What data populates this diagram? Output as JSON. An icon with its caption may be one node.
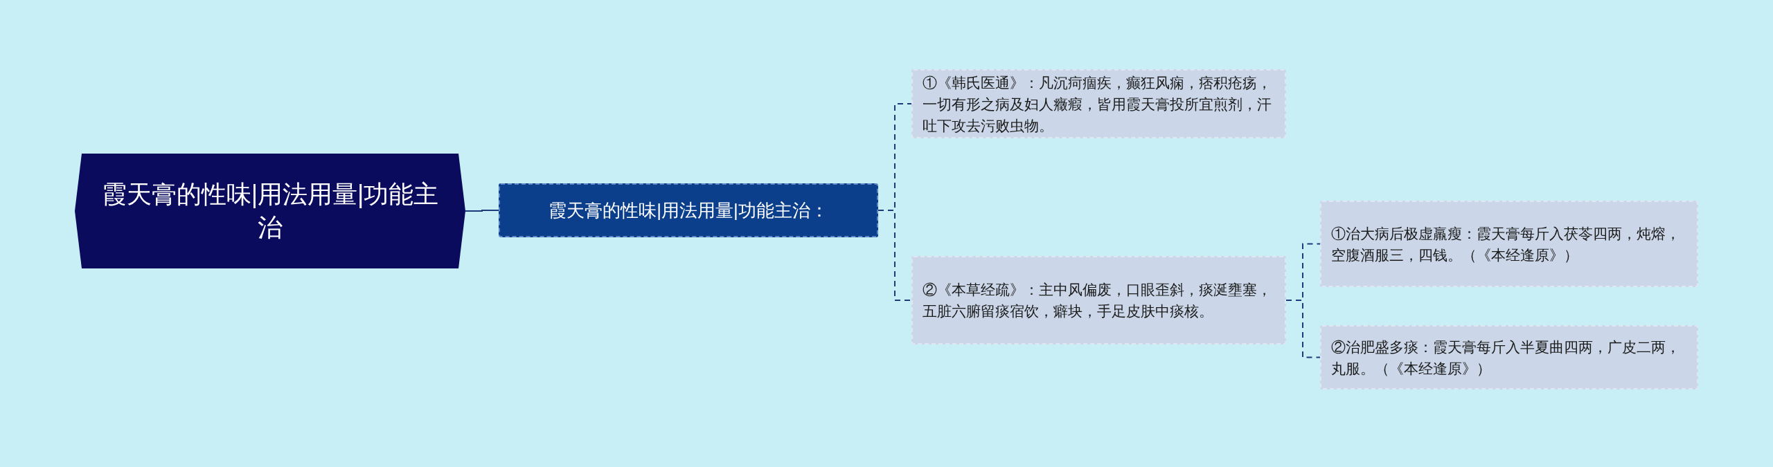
{
  "diagram": {
    "nodes": [
      {
        "text": [
          "霞天膏的性味|用法用量|功能主治"
        ]
      },
      {
        "text": [
          "霞天膏的性味|用法用量|功能主治："
        ]
      },
      {
        "text": [
          "①《韩氏医通》：凡沉疴痼疾，癫狂风痫，痞积疮疡，一切有形之病及妇人癥瘕，皆用霞天膏投所宜煎剂，汗吐下攻去污败虫物。"
        ]
      },
      {
        "text": [
          "②《本草经疏》：主中风偏废，口眼歪斜，痰涎壅塞，五脏六腑留痰宿饮，癖块，手足皮肤中痰核。"
        ]
      },
      {
        "text": [
          "①治大病后极虚羸瘦：霞天膏每斤入茯苓四两，炖熔，空腹酒服三，四钱。（《本经逢原》）"
        ]
      },
      {
        "text": [
          "②治肥盛多痰：霞天膏每斤入半夏曲四两，广皮二两，丸服。（《本经逢原》）"
        ]
      }
    ],
    "edges": [
      {
        "from": 0,
        "to": 1,
        "arrow": "none"
      },
      {
        "from": 1,
        "to": 2,
        "arrow": "none",
        "style": "dashed"
      },
      {
        "from": 1,
        "to": 3,
        "arrow": "none",
        "style": "dashed"
      },
      {
        "from": 3,
        "to": 4,
        "arrow": "none",
        "style": "dashed"
      },
      {
        "from": 3,
        "to": 5,
        "arrow": "none",
        "style": "dashed"
      }
    ]
  }
}
